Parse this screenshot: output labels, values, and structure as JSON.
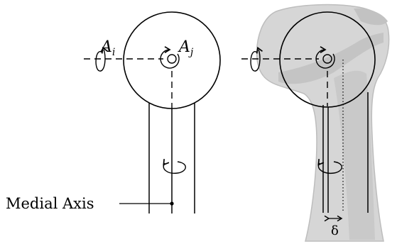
{
  "labels": {
    "axis_i": "A",
    "axis_i_sub": "i",
    "axis_j": "A",
    "axis_j_sub": "j",
    "medial_axis": "Medial Axis",
    "offset": "δ"
  },
  "colors": {
    "stroke": "#000000",
    "bone_fill": "#d6d6d6",
    "bone_edge": "#b8b8b8",
    "bone_shade": "#c4c4c4"
  }
}
